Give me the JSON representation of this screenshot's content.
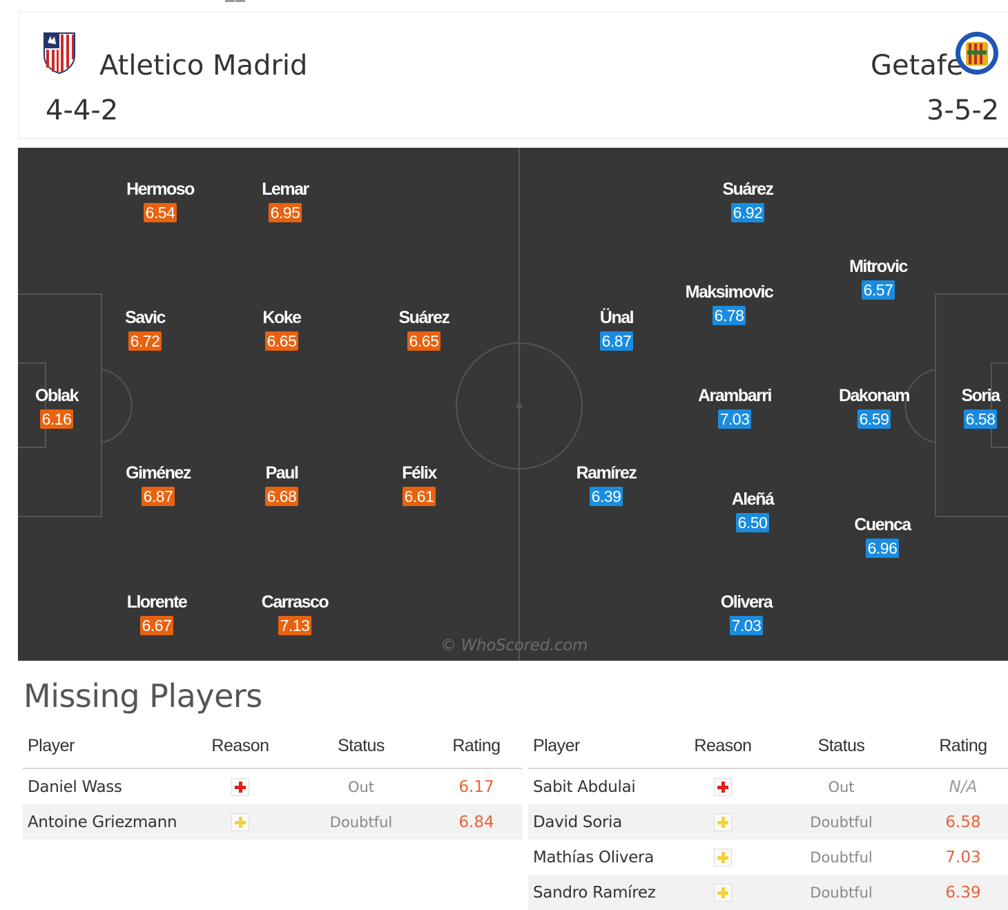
{
  "colors": {
    "pitch": "#373737",
    "home_rating": "#e8620f",
    "away_rating": "#1a8ce0",
    "injury": "#e0201a",
    "doubtful": "#f5d03a",
    "missing_rating": "#e8623a"
  },
  "home": {
    "name": "Atletico Madrid",
    "formation": "4-4-2",
    "crest_icon": "atletico-crest-icon",
    "players": [
      {
        "name": "Hermoso",
        "rating": "6.54"
      },
      {
        "name": "Lemar",
        "rating": "6.95"
      },
      {
        "name": "Savic",
        "rating": "6.72"
      },
      {
        "name": "Koke",
        "rating": "6.65"
      },
      {
        "name": "Suárez",
        "rating": "6.65"
      },
      {
        "name": "Oblak",
        "rating": "6.16"
      },
      {
        "name": "Giménez",
        "rating": "6.87"
      },
      {
        "name": "Paul",
        "rating": "6.68"
      },
      {
        "name": "Félix",
        "rating": "6.61"
      },
      {
        "name": "Llorente",
        "rating": "6.67"
      },
      {
        "name": "Carrasco",
        "rating": "7.13"
      }
    ]
  },
  "away": {
    "name": "Getafe",
    "formation": "3-5-2",
    "crest_icon": "getafe-crest-icon",
    "players": [
      {
        "name": "Suárez",
        "rating": "6.92"
      },
      {
        "name": "Mitrovic",
        "rating": "6.57"
      },
      {
        "name": "Maksimovic",
        "rating": "6.78"
      },
      {
        "name": "Ünal",
        "rating": "6.87"
      },
      {
        "name": "Arambarri",
        "rating": "7.03"
      },
      {
        "name": "Dakonam",
        "rating": "6.59"
      },
      {
        "name": "Soria",
        "rating": "6.58"
      },
      {
        "name": "Ramírez",
        "rating": "6.39"
      },
      {
        "name": "Aleñá",
        "rating": "6.50"
      },
      {
        "name": "Cuenca",
        "rating": "6.96"
      },
      {
        "name": "Olivera",
        "rating": "7.03"
      }
    ]
  },
  "watermark": "© WhoScored.com",
  "missing": {
    "title": "Missing Players",
    "headers": {
      "player": "Player",
      "reason": "Reason",
      "status": "Status",
      "rating": "Rating"
    },
    "home_rows": [
      {
        "player": "Daniel Wass",
        "reason": "injury-cross-icon",
        "status": "Out",
        "rating": "6.17"
      },
      {
        "player": "Antoine Griezmann",
        "reason": "doubtful-cross-icon",
        "status": "Doubtful",
        "rating": "6.84"
      }
    ],
    "away_rows": [
      {
        "player": "Sabit Abdulai",
        "reason": "injury-cross-icon",
        "status": "Out",
        "rating": "N/A"
      },
      {
        "player": "David Soria",
        "reason": "doubtful-cross-icon",
        "status": "Doubtful",
        "rating": "6.58"
      },
      {
        "player": "Mathías Olivera",
        "reason": "doubtful-cross-icon",
        "status": "Doubtful",
        "rating": "7.03"
      },
      {
        "player": "Sandro Ramírez",
        "reason": "doubtful-cross-icon",
        "status": "Doubtful",
        "rating": "6.39"
      }
    ]
  }
}
